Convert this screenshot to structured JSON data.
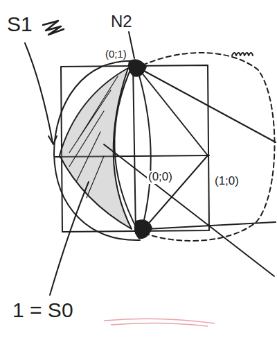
{
  "diagram": {
    "labels": [
      "S1",
      "N2",
      "(0;1)",
      "(0;0)",
      "(1;0)",
      "1 = S0"
    ]
  }
}
